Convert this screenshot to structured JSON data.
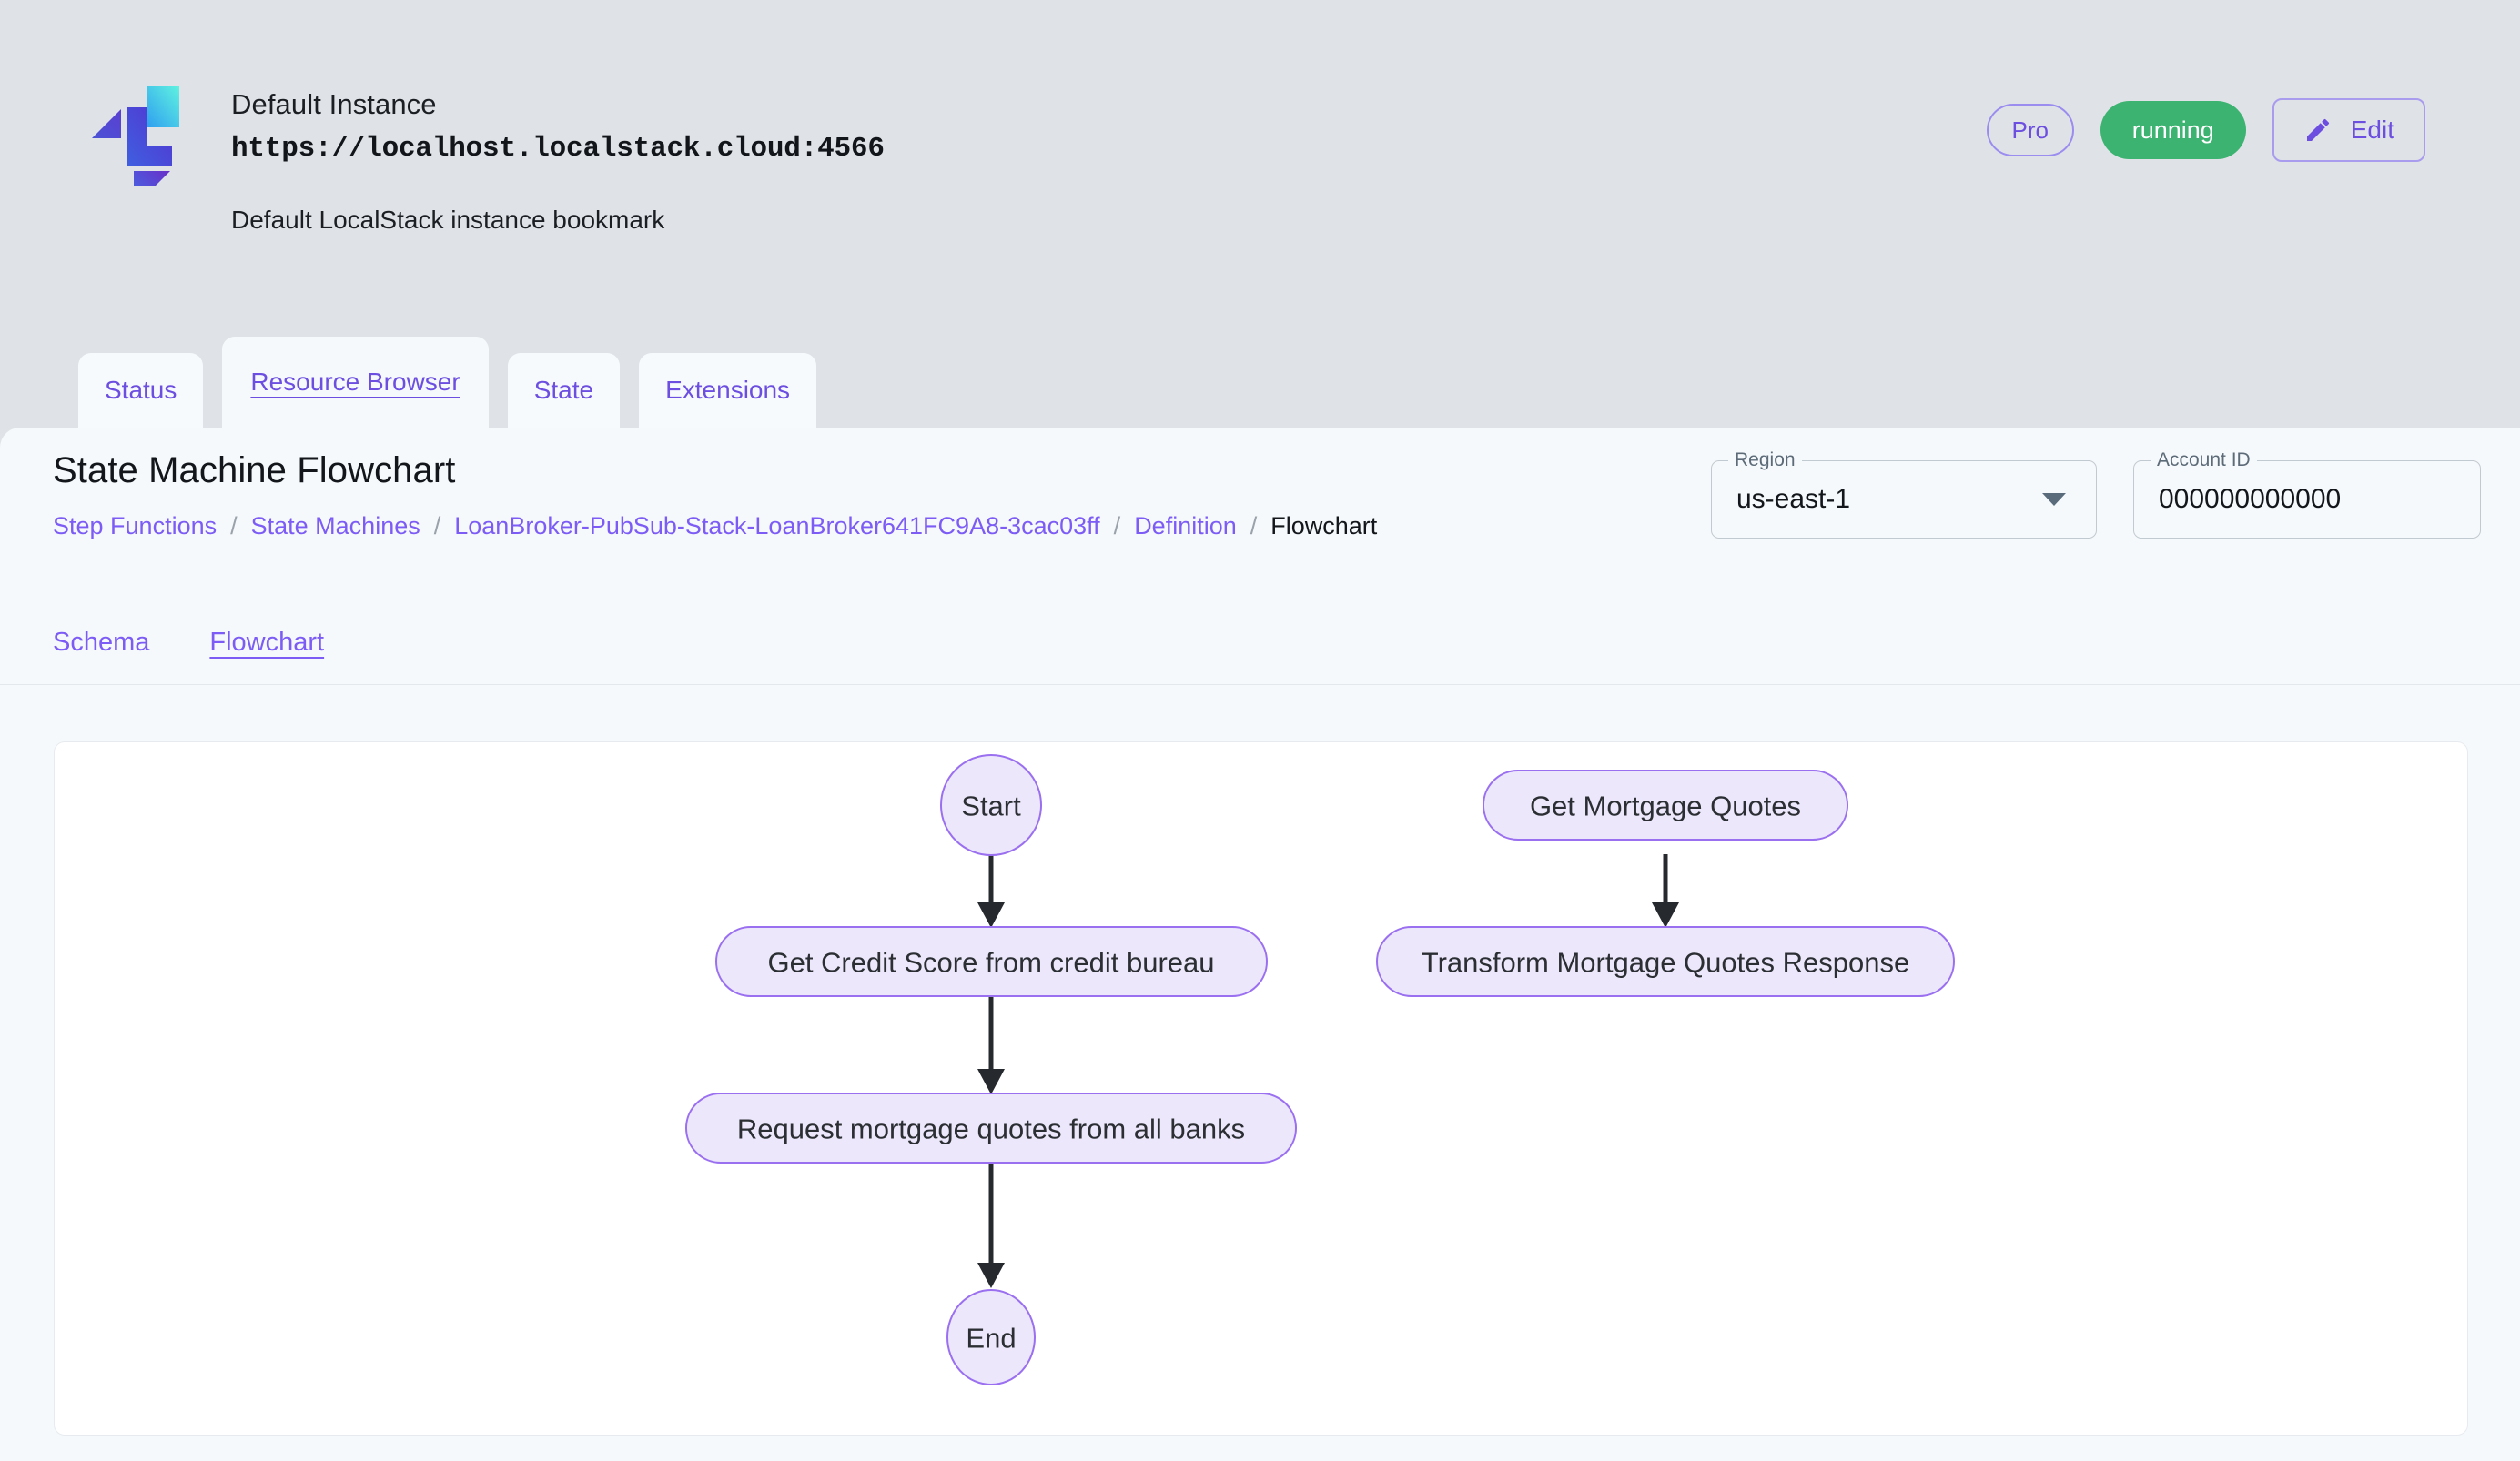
{
  "instance": {
    "name": "Default Instance",
    "endpoint": "https://localhost.localstack.cloud:4566",
    "description": "Default LocalStack instance bookmark",
    "logo_icon": "localstack-logo-icon",
    "pro_badge": "Pro",
    "status_badge": "running",
    "status_color": "#3cb371",
    "edit_button": "Edit",
    "edit_icon": "pencil-icon"
  },
  "tabs": [
    {
      "label": "Status",
      "active": false
    },
    {
      "label": "Resource Browser",
      "active": true
    },
    {
      "label": "State",
      "active": false
    },
    {
      "label": "Extensions",
      "active": false
    }
  ],
  "page": {
    "title": "State Machine Flowchart",
    "breadcrumb": [
      {
        "label": "Step Functions",
        "current": false
      },
      {
        "label": "State Machines",
        "current": false
      },
      {
        "label": "LoanBroker-PubSub-Stack-LoanBroker641FC9A8-3cac03ff",
        "current": false
      },
      {
        "label": "Definition",
        "current": false
      },
      {
        "label": "Flowchart",
        "current": true
      }
    ],
    "breadcrumb_separator": "/"
  },
  "meta": {
    "region_label": "Region",
    "region_value": "us-east-1",
    "region_caret_icon": "chevron-down-icon",
    "account_label": "Account ID",
    "account_value": "000000000000"
  },
  "subtabs": [
    {
      "label": "Schema",
      "active": false
    },
    {
      "label": "Flowchart",
      "active": true
    }
  ],
  "chart_data": {
    "type": "diagram",
    "title": "State Machine Flowchart",
    "node_fill": "#ece7fb",
    "node_stroke": "#9a6ff0",
    "edge_color": "#262a2e",
    "nodes": [
      {
        "id": "start",
        "label": "Start",
        "shape": "circle"
      },
      {
        "id": "credit",
        "label": "Get Credit Score from credit bureau",
        "shape": "pill"
      },
      {
        "id": "request",
        "label": "Request mortgage quotes from all banks",
        "shape": "pill"
      },
      {
        "id": "end",
        "label": "End",
        "shape": "circle"
      },
      {
        "id": "getquotes",
        "label": "Get Mortgage Quotes",
        "shape": "pill"
      },
      {
        "id": "transform",
        "label": "Transform Mortgage Quotes Response",
        "shape": "pill"
      }
    ],
    "edges": [
      {
        "from": "start",
        "to": "credit"
      },
      {
        "from": "credit",
        "to": "request"
      },
      {
        "from": "request",
        "to": "end"
      },
      {
        "from": "getquotes",
        "to": "transform"
      }
    ]
  }
}
